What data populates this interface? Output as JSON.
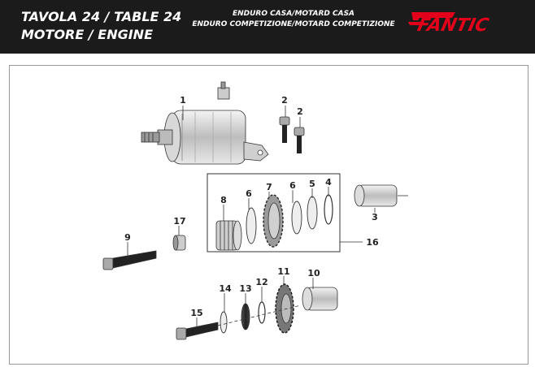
{
  "header": {
    "title_line1": "TAVOLA 24  /  TABLE 24",
    "title_line2": "MOTORE  /  ENGINE",
    "model_line1": "ENDURO CASA/MOTARD CASA",
    "model_line2": "ENDURO COMPETIZIONE/MOTARD COMPETIZIONE",
    "brand": "FANTIC",
    "brand_color": "#e3001b",
    "background_color": "#1b1b1b"
  },
  "callouts": [
    {
      "id": "p1",
      "label": "1"
    },
    {
      "id": "p2a",
      "label": "2"
    },
    {
      "id": "p2b",
      "label": "2"
    },
    {
      "id": "p3",
      "label": "3"
    },
    {
      "id": "p4",
      "label": "4"
    },
    {
      "id": "p5",
      "label": "5"
    },
    {
      "id": "p6a",
      "label": "6"
    },
    {
      "id": "p6b",
      "label": "6"
    },
    {
      "id": "p7",
      "label": "7"
    },
    {
      "id": "p8",
      "label": "8"
    },
    {
      "id": "p9",
      "label": "9"
    },
    {
      "id": "p10",
      "label": "10"
    },
    {
      "id": "p11",
      "label": "11"
    },
    {
      "id": "p12",
      "label": "12"
    },
    {
      "id": "p13",
      "label": "13"
    },
    {
      "id": "p14",
      "label": "14"
    },
    {
      "id": "p15",
      "label": "15"
    },
    {
      "id": "p16",
      "label": "16"
    },
    {
      "id": "p17",
      "label": "17"
    }
  ]
}
